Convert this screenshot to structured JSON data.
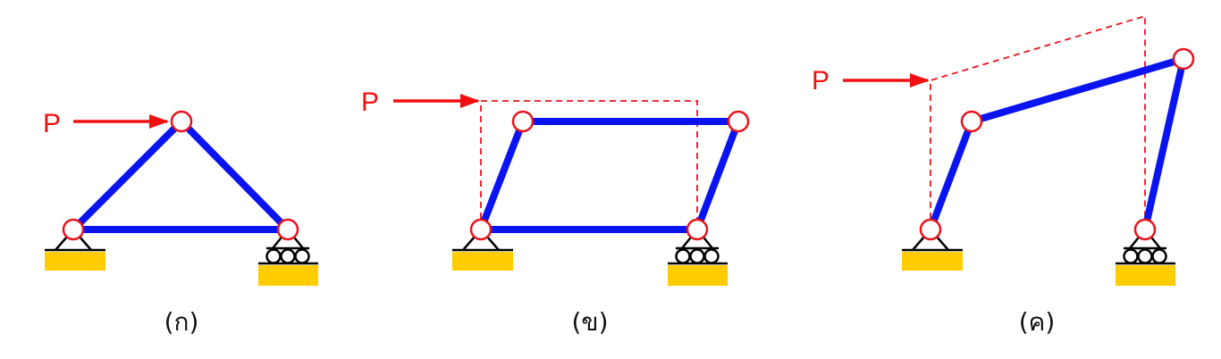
{
  "figures": [
    {
      "caption": "(ก)",
      "load_label": "P",
      "colors": {
        "member": "#0a14f0",
        "node": "#e8141e",
        "ground": "#ffcc00"
      }
    },
    {
      "caption": "(ข)",
      "load_label": "P"
    },
    {
      "caption": "(ค)",
      "load_label": "P"
    }
  ]
}
